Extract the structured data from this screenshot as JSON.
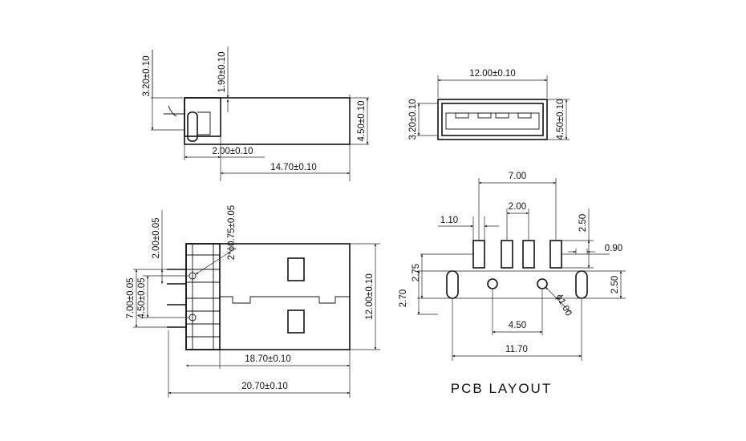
{
  "side_view": {
    "height": "3.20±0.10",
    "tab_height": "1.90±0.10",
    "body_height": "4.50±0.10",
    "lead_offset": "2.00±0.10",
    "body_length": "14.70±0.10"
  },
  "front_view": {
    "width": "12.00±0.10",
    "shell_height": "3.20±0.10",
    "total_height": "4.50±0.10"
  },
  "top_view": {
    "pitch": "2.00±0.05",
    "hole_note": "2*ϕ0.75±0.05",
    "pin_span": "7.00±0.05",
    "hole_span": "4.50±0.05",
    "width": "12.00±0.10",
    "inner_length": "18.70±0.10",
    "total_length": "20.70±0.10"
  },
  "pcb_layout": {
    "title": "PCB LAYOUT",
    "outer_pad_span": "7.00",
    "inner_pitch": "2.00",
    "pad_width": "1.10",
    "pad_height": "2.50",
    "slot_width": "0.90",
    "slot_height": "2.50",
    "row_offset_1": "2.75",
    "row_offset_2": "2.70",
    "hole_diameter": "ϕ1.00",
    "hole_span": "4.50",
    "slot_span": "11.70"
  }
}
